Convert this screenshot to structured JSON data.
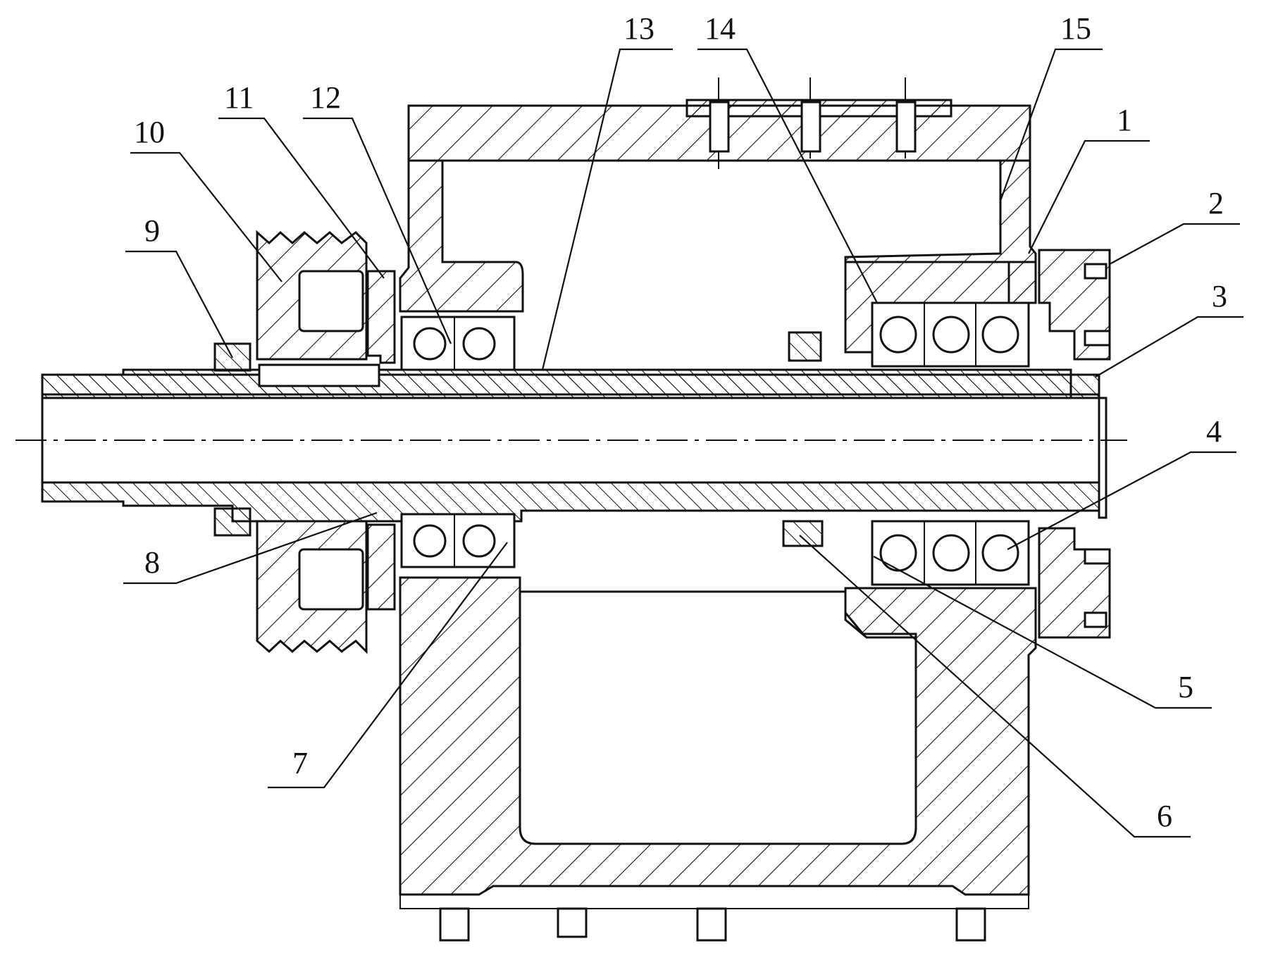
{
  "colors": {
    "line": "#111111",
    "background": "#ffffff"
  },
  "labels": [
    {
      "id": "1",
      "text": "1"
    },
    {
      "id": "2",
      "text": "2"
    },
    {
      "id": "3",
      "text": "3"
    },
    {
      "id": "4",
      "text": "4"
    },
    {
      "id": "5",
      "text": "5"
    },
    {
      "id": "6",
      "text": "6"
    },
    {
      "id": "7",
      "text": "7"
    },
    {
      "id": "8",
      "text": "8"
    },
    {
      "id": "9",
      "text": "9"
    },
    {
      "id": "10",
      "text": "10"
    },
    {
      "id": "11",
      "text": "11"
    },
    {
      "id": "12",
      "text": "12"
    },
    {
      "id": "13",
      "text": "13"
    },
    {
      "id": "14",
      "text": "14"
    },
    {
      "id": "15",
      "text": "15"
    }
  ]
}
